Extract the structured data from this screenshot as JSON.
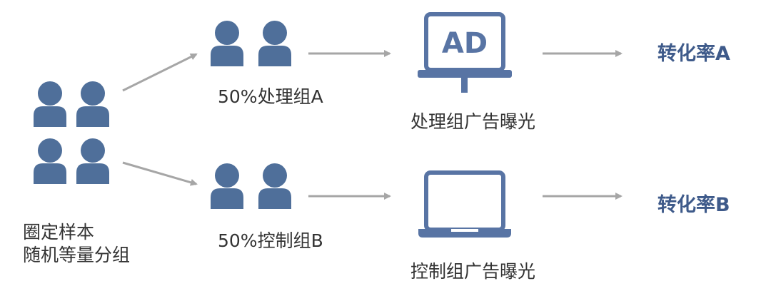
{
  "sample": {
    "line1": "圈定样本",
    "line2": "随机等量分组"
  },
  "treatment": {
    "group_label": "50%处理组A",
    "exposure_label": "处理组广告曝光",
    "screen_text": "AD",
    "result_label": "转化率A"
  },
  "control": {
    "group_label": "50%控制组B",
    "exposure_label": "控制组广告曝光",
    "result_label": "转化率B"
  },
  "colors": {
    "people": "#4f6f9a",
    "screen": "#5874a4",
    "arrow": "#a6a6a6",
    "result_text": "#3e5a8a",
    "label_text": "#333333"
  }
}
